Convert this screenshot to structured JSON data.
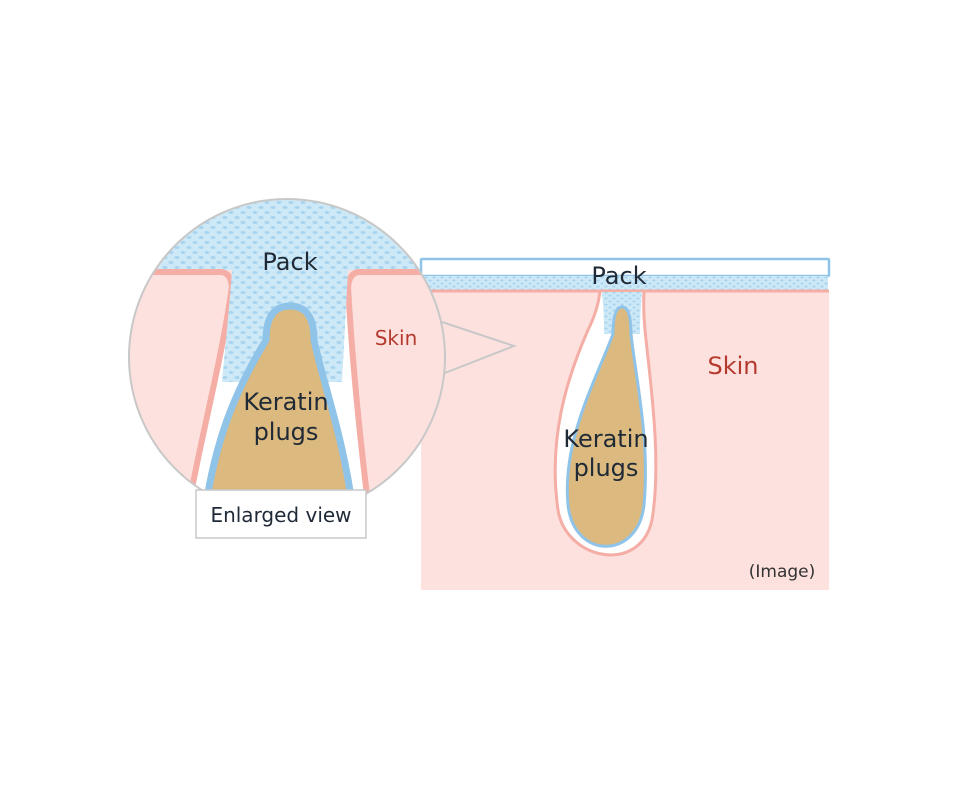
{
  "right_panel": {
    "pack_label": "Pack",
    "skin_label": "Skin",
    "keratin_line1": "Keratin",
    "keratin_line2": "plugs",
    "note": "(Image)"
  },
  "enlarged_view": {
    "caption": "Enlarged view",
    "pack_label": "Pack",
    "skin_label": "Skin",
    "keratin_line1": "Keratin",
    "keratin_line2": "plugs"
  },
  "colors": {
    "skin": "#fde1de",
    "skin_edge": "#f4aea6",
    "pack": "#cde8f6",
    "pack_edge": "#90c3e8",
    "keratin": "#dcb97e",
    "text_dark": "#1f2a36",
    "text_skin": "#b53a2e"
  }
}
